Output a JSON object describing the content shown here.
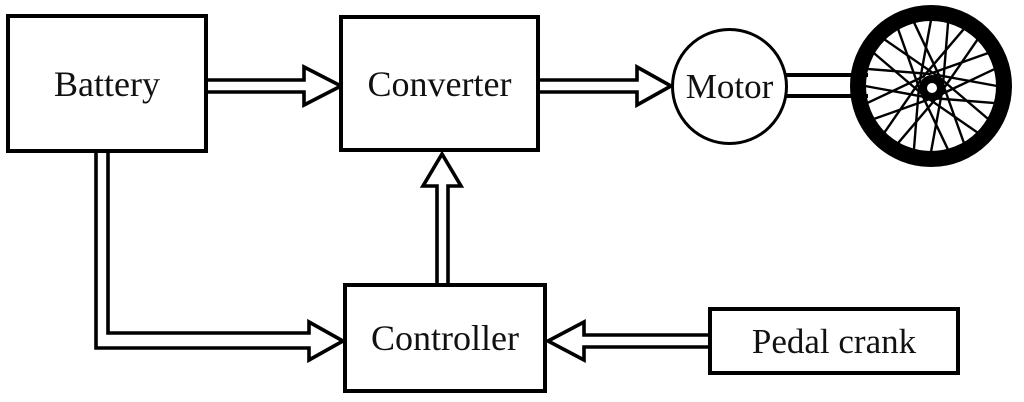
{
  "diagram": {
    "type": "block-diagram",
    "subject": "electric-bicycle-drive-system",
    "colors": {
      "line": "#000000",
      "background": "#ffffff",
      "text": "#111111"
    },
    "nodes": {
      "battery": {
        "label": "Battery",
        "shape": "rectangle"
      },
      "converter": {
        "label": "Converter",
        "shape": "rectangle"
      },
      "motor": {
        "label": "Motor",
        "shape": "circle"
      },
      "controller": {
        "label": "Controller",
        "shape": "rectangle"
      },
      "pedal_crank": {
        "label": "Pedal crank",
        "shape": "rectangle"
      },
      "wheel": {
        "label": "",
        "shape": "bicycle-wheel"
      }
    },
    "edges": [
      {
        "from": "Battery",
        "to": "Converter",
        "type": "hollow-arrow"
      },
      {
        "from": "Converter",
        "to": "Motor",
        "type": "hollow-arrow"
      },
      {
        "from": "Motor",
        "to": "Wheel",
        "type": "shaft-link"
      },
      {
        "from": "Battery",
        "to": "Controller",
        "type": "hollow-arrow-elbow"
      },
      {
        "from": "Controller",
        "to": "Converter",
        "type": "hollow-arrow"
      },
      {
        "from": "Pedal crank",
        "to": "Controller",
        "type": "hollow-arrow"
      }
    ],
    "wheel": {
      "spokes": 24
    }
  }
}
